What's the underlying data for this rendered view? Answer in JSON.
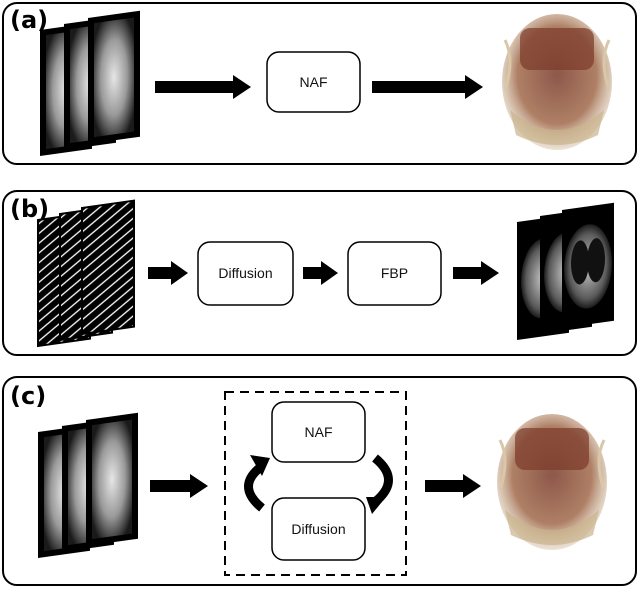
{
  "panels": [
    {
      "id": "a",
      "label": "(a)",
      "blocks": [
        "NAF"
      ]
    },
    {
      "id": "b",
      "label": "(b)",
      "blocks": [
        "Diffusion",
        "FBP"
      ]
    },
    {
      "id": "c",
      "label": "(c)",
      "blocks": [
        "NAF",
        "Diffusion"
      ]
    }
  ],
  "colors": {
    "frame": "#000000",
    "projection_dark": "#111111",
    "volume_tint": "#8a4a34"
  }
}
